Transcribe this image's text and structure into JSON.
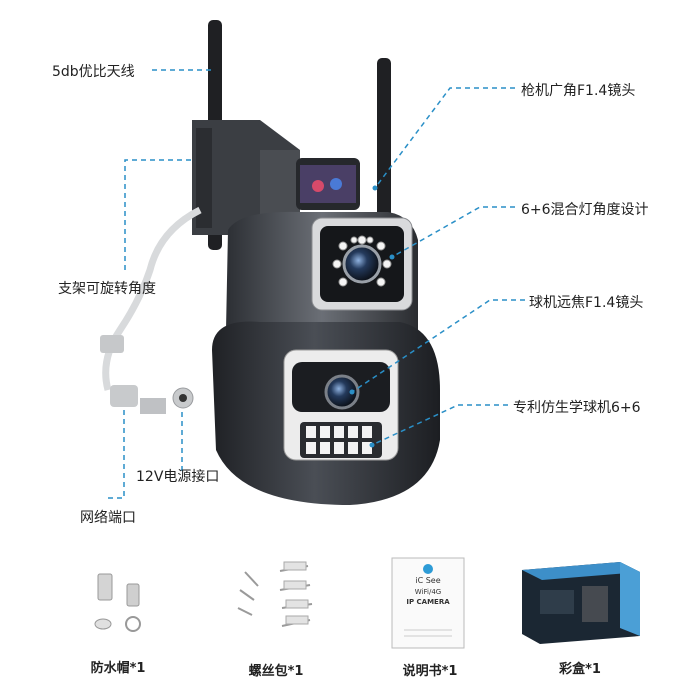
{
  "callouts": {
    "antenna": "5db优比天线",
    "bracket": "支架可旋转角度",
    "network_port": "网络端口",
    "power_port": "12V电源接口",
    "wide_lens": "枪机广角F1.4镜头",
    "lights": "6+6混合灯角度设计",
    "tele_lens": "球机远焦F1.4镜头",
    "patent": "专利仿生学球机6+6"
  },
  "accessories": [
    {
      "caption": "防水帽*1",
      "icon": "waterproof-cap-icon"
    },
    {
      "caption": "螺丝包*1",
      "icon": "screw-pack-icon"
    },
    {
      "caption": "说明书*1",
      "icon": "manual-icon"
    },
    {
      "caption": "彩盒*1",
      "icon": "color-box-icon"
    }
  ],
  "manual": {
    "brand": "iC See",
    "line1": "WiFi/4G",
    "line2": "IP CAMERA"
  },
  "colors": {
    "callout_line": "#2a8fc7",
    "camera_body": "#3a3d42",
    "camera_dark": "#1e2024"
  }
}
